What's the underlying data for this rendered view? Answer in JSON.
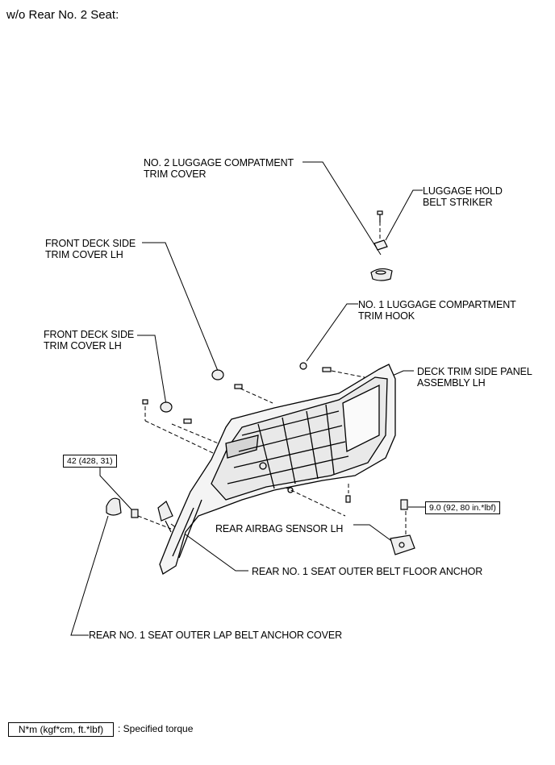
{
  "title": "w/o Rear No. 2 Seat:",
  "labels": {
    "no2_luggage_cover": "NO. 2 LUGGAGE COMPATMENT\nTRIM COVER",
    "luggage_hold_striker": "LUGGAGE HOLD\nBELT STRIKER",
    "front_deck_side_cover_upper": "FRONT DECK SIDE\nTRIM COVER LH",
    "no1_luggage_hook": "NO. 1 LUGGAGE COMPARTMENT\nTRIM HOOK",
    "front_deck_side_cover_lower": "FRONT DECK SIDE\nTRIM COVER LH",
    "deck_trim_side_panel": "DECK TRIM SIDE PANEL\nASSEMBLY LH",
    "rear_airbag_sensor": "REAR AIRBAG SENSOR LH",
    "rear_seat_belt_floor_anchor": "REAR NO. 1 SEAT OUTER BELT FLOOR ANCHOR",
    "rear_lap_belt_anchor_cover": "REAR NO. 1 SEAT OUTER LAP BELT ANCHOR COVER"
  },
  "torques": {
    "belt_anchor": "42 (428, 31)",
    "sensor": "9.0 (92, 80 in.*lbf)"
  },
  "legend": {
    "box": "N*m (kgf*cm, ft.*lbf)",
    "text": ": Specified torque"
  }
}
